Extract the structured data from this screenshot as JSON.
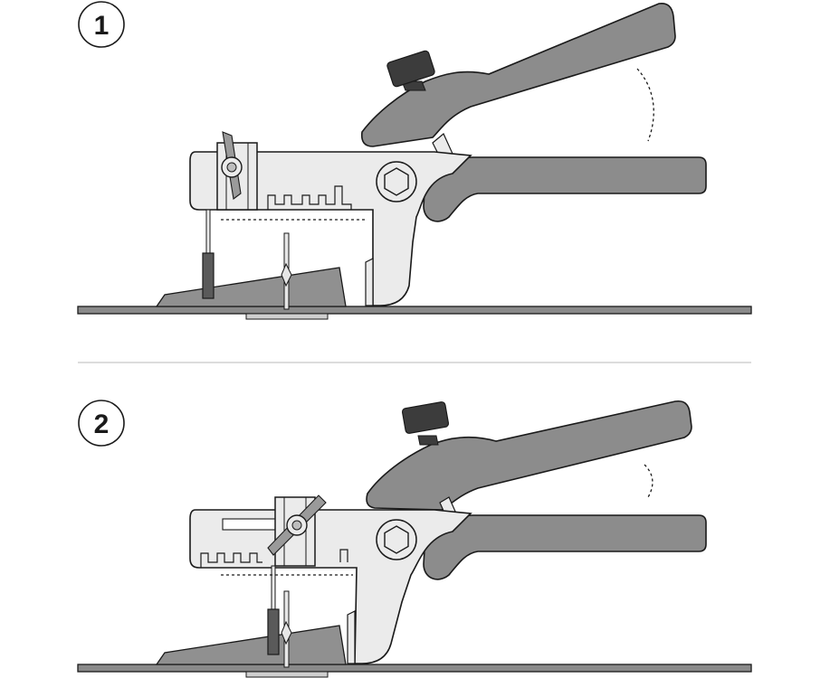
{
  "steps": [
    {
      "label": "1",
      "state": "open"
    },
    {
      "label": "2",
      "state": "squeezed"
    }
  ],
  "colors": {
    "dark_handle": "#8c8c8c",
    "light_body": "#ebebeb",
    "outline": "#1a1a1a",
    "knob": "#3c3c3c",
    "base_plate": "#8a8a8a",
    "wedge": "#909090",
    "divider": "#c8c8c8"
  },
  "icons": [
    "hex-pivot-bolt-icon",
    "knurled-adjust-knob-icon",
    "wing-screw-icon",
    "motion-arc-icon"
  ]
}
